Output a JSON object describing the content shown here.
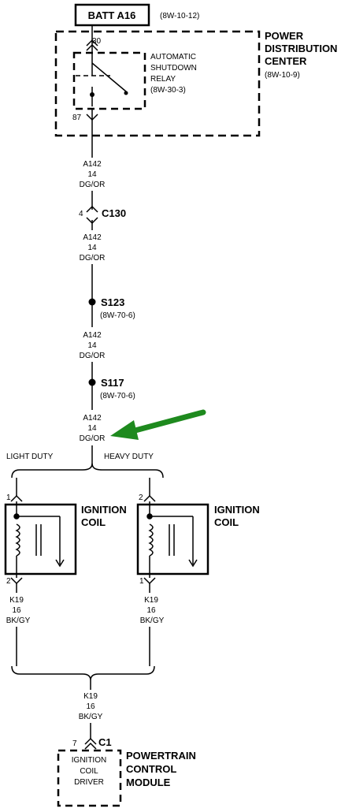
{
  "batt": {
    "label": "BATT A16",
    "ref": "(8W-10-12)"
  },
  "pdc": {
    "line1": "POWER",
    "line2": "DISTRIBUTION",
    "line3": "CENTER",
    "ref": "(8W-10-9)"
  },
  "relay": {
    "line1": "AUTOMATIC",
    "line2": "SHUTDOWN",
    "line3": "RELAY",
    "ref": "(8W-30-3)",
    "pin_in": "30",
    "pin_out": "87"
  },
  "wire_a142": {
    "circuit": "A142",
    "gauge": "14",
    "color": "DG/OR"
  },
  "connector_c130": {
    "pin": "4",
    "label": "C130"
  },
  "splice_s123": {
    "label": "S123",
    "ref": "(8W-70-6)"
  },
  "splice_s117": {
    "label": "S117",
    "ref": "(8W-70-6)"
  },
  "branches": {
    "left": "LIGHT DUTY",
    "right": "HEAVY DUTY"
  },
  "coil_left": {
    "line1": "IGNITION",
    "line2": "COIL",
    "pin_top": "1",
    "pin_bottom": "2"
  },
  "coil_right": {
    "line1": "IGNITION",
    "line2": "COIL",
    "pin_top": "2",
    "pin_bottom": "1"
  },
  "wire_k19": {
    "circuit": "K19",
    "gauge": "16",
    "color": "BK/GY"
  },
  "pcm": {
    "pin": "7",
    "connector": "C1",
    "inner1": "IGNITION",
    "inner2": "COIL",
    "inner3": "DRIVER",
    "line1": "POWERTRAIN",
    "line2": "CONTROL",
    "line3": "MODULE"
  },
  "colors": {
    "arrow": "#1e8a1e",
    "ink": "#000000"
  }
}
